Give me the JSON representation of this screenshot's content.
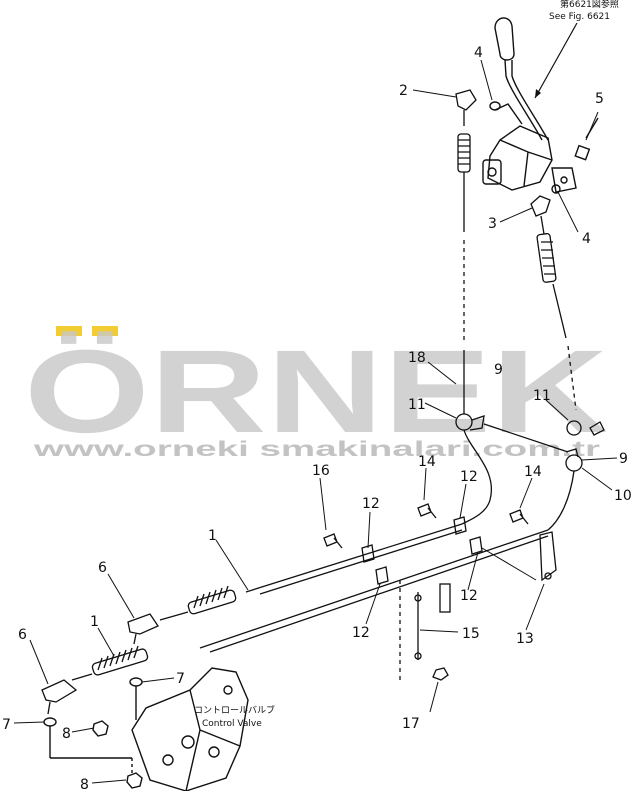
{
  "watermark": {
    "brand": "ÖRNEK",
    "url": "www.orneki smakinalari.com.tr",
    "brand_color": "#c8c8c8",
    "accent_color": "#f1cc33"
  },
  "reference": {
    "jp": "第6621図参照",
    "en": "See Fig. 6621"
  },
  "control_valve": {
    "jp": "コントロールバルブ",
    "en": "Control Valve"
  },
  "callouts": {
    "c1a": "1",
    "c1b": "1",
    "c2": "2",
    "c3": "3",
    "c4a": "4",
    "c4b": "4",
    "c5": "5",
    "c6a": "6",
    "c6b": "6",
    "c7a": "7",
    "c7b": "7",
    "c8a": "8",
    "c8b": "8",
    "c9a": "9",
    "c9b": "9",
    "c10": "10",
    "c11a": "11",
    "c11b": "11",
    "c12a": "12",
    "c12b": "12",
    "c12c": "12",
    "c12d": "12",
    "c13": "13",
    "c14a": "14",
    "c14b": "14",
    "c15": "15",
    "c16": "16",
    "c17": "17",
    "c18": "18"
  }
}
